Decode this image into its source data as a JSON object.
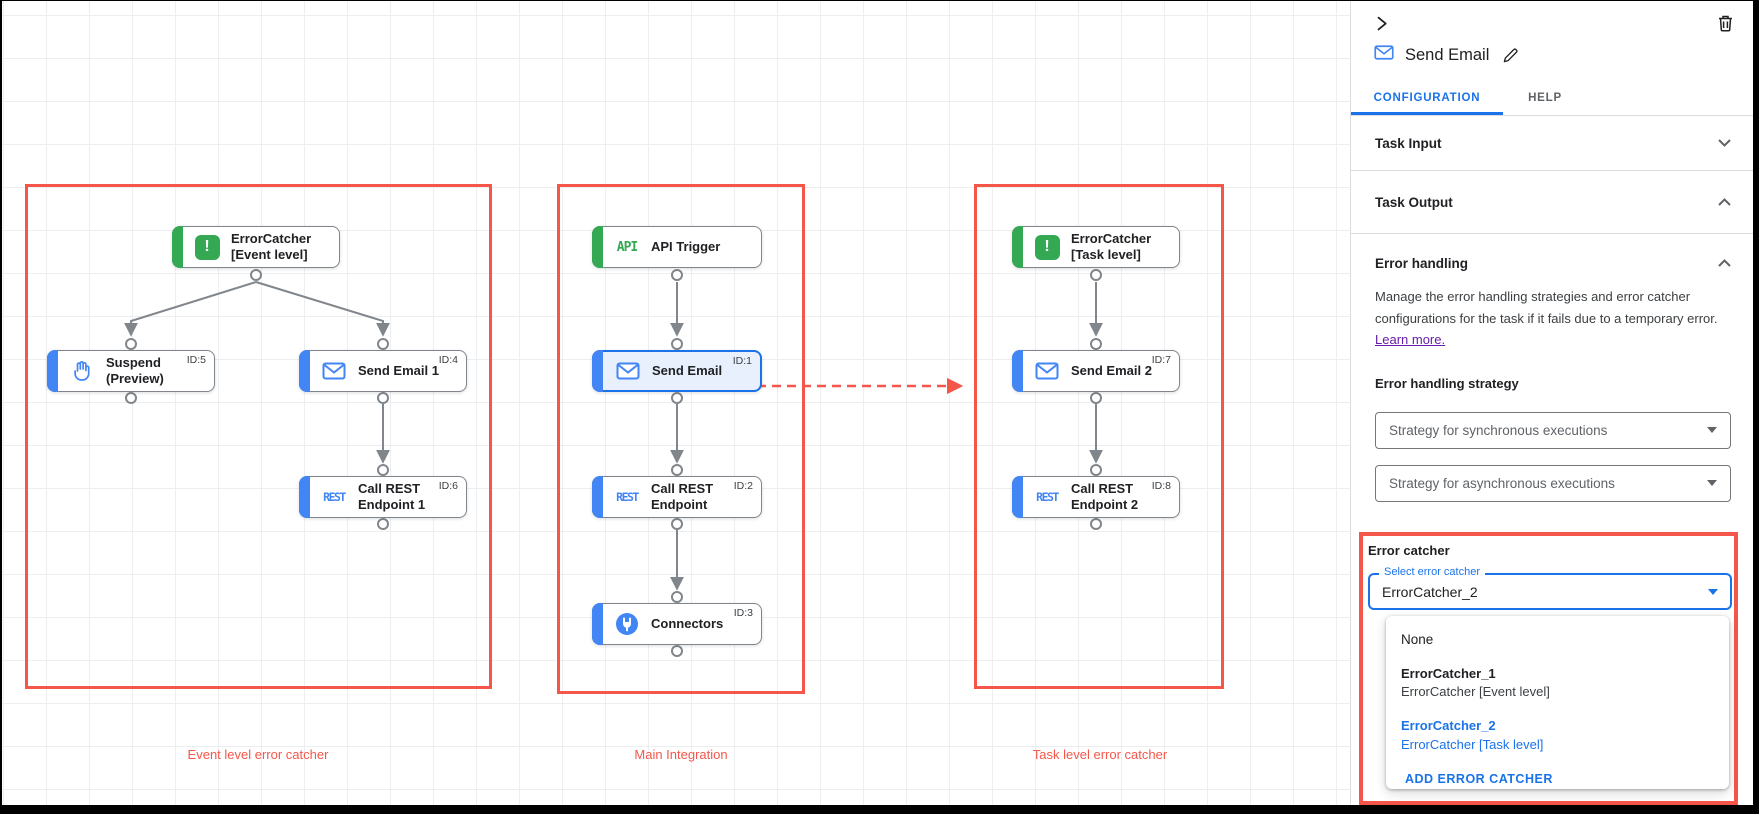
{
  "canvas": {
    "groups": [
      {
        "label": "Event level error catcher"
      },
      {
        "label": "Main Integration"
      },
      {
        "label": "Task level error catcher"
      }
    ],
    "nodes": [
      {
        "label": "ErrorCatcher [Event level]",
        "task_id": "",
        "icon": "error-icon"
      },
      {
        "label": "Suspend (Preview)",
        "task_id": "ID:5",
        "icon": "hand-icon"
      },
      {
        "label": "Send Email 1",
        "task_id": "ID:4",
        "icon": "email-icon"
      },
      {
        "label": "Call REST Endpoint 1",
        "task_id": "ID:6",
        "icon": "rest-icon"
      },
      {
        "label": "API Trigger",
        "task_id": "",
        "icon": "api-icon"
      },
      {
        "label": "Send Email",
        "task_id": "ID:1",
        "icon": "email-icon",
        "selected": true
      },
      {
        "label": "Call REST Endpoint",
        "task_id": "ID:2",
        "icon": "rest-icon"
      },
      {
        "label": "Connectors",
        "task_id": "ID:3",
        "icon": "connector-icon"
      },
      {
        "label": "ErrorCatcher [Task level]",
        "task_id": "",
        "icon": "error-icon"
      },
      {
        "label": "Send Email 2",
        "task_id": "ID:7",
        "icon": "email-icon"
      },
      {
        "label": "Call REST Endpoint 2",
        "task_id": "ID:8",
        "icon": "rest-icon"
      }
    ]
  },
  "panel": {
    "title": "Send Email",
    "tabs": [
      {
        "label": "CONFIGURATION",
        "active": true
      },
      {
        "label": "HELP",
        "active": false
      }
    ],
    "sections": [
      {
        "label": "Task Input"
      },
      {
        "label": "Task Output"
      },
      {
        "label": "Error handling"
      }
    ],
    "error_handling": {
      "description": "Manage the error handling strategies and error catcher configurations for the task if it fails due to a temporary error.",
      "learn_more": "Learn more.",
      "strategy_label": "Error handling strategy",
      "sync_dropdown_value": "Strategy for synchronous executions",
      "async_dropdown_value": "Strategy for asynchronous executions",
      "error_catcher_label": "Error catcher",
      "select_label": "Select error catcher",
      "select_value": "ErrorCatcher_2",
      "menu": {
        "items": [
          {
            "name": "None",
            "sub": ""
          },
          {
            "name": "ErrorCatcher_1",
            "sub": "ErrorCatcher [Event level]"
          },
          {
            "name": "ErrorCatcher_2",
            "sub": "ErrorCatcher [Task level]",
            "selected": true
          }
        ],
        "action": "ADD ERROR CATCHER"
      }
    }
  },
  "colors": {
    "annotation_red": "#f4574a",
    "dot_red": "#e5372b",
    "edge_gray": "#80868b",
    "accent_blue": "#1a73e8",
    "node_blue": "#4285f4",
    "node_green": "#34a853",
    "link_purple": "#681da8"
  }
}
